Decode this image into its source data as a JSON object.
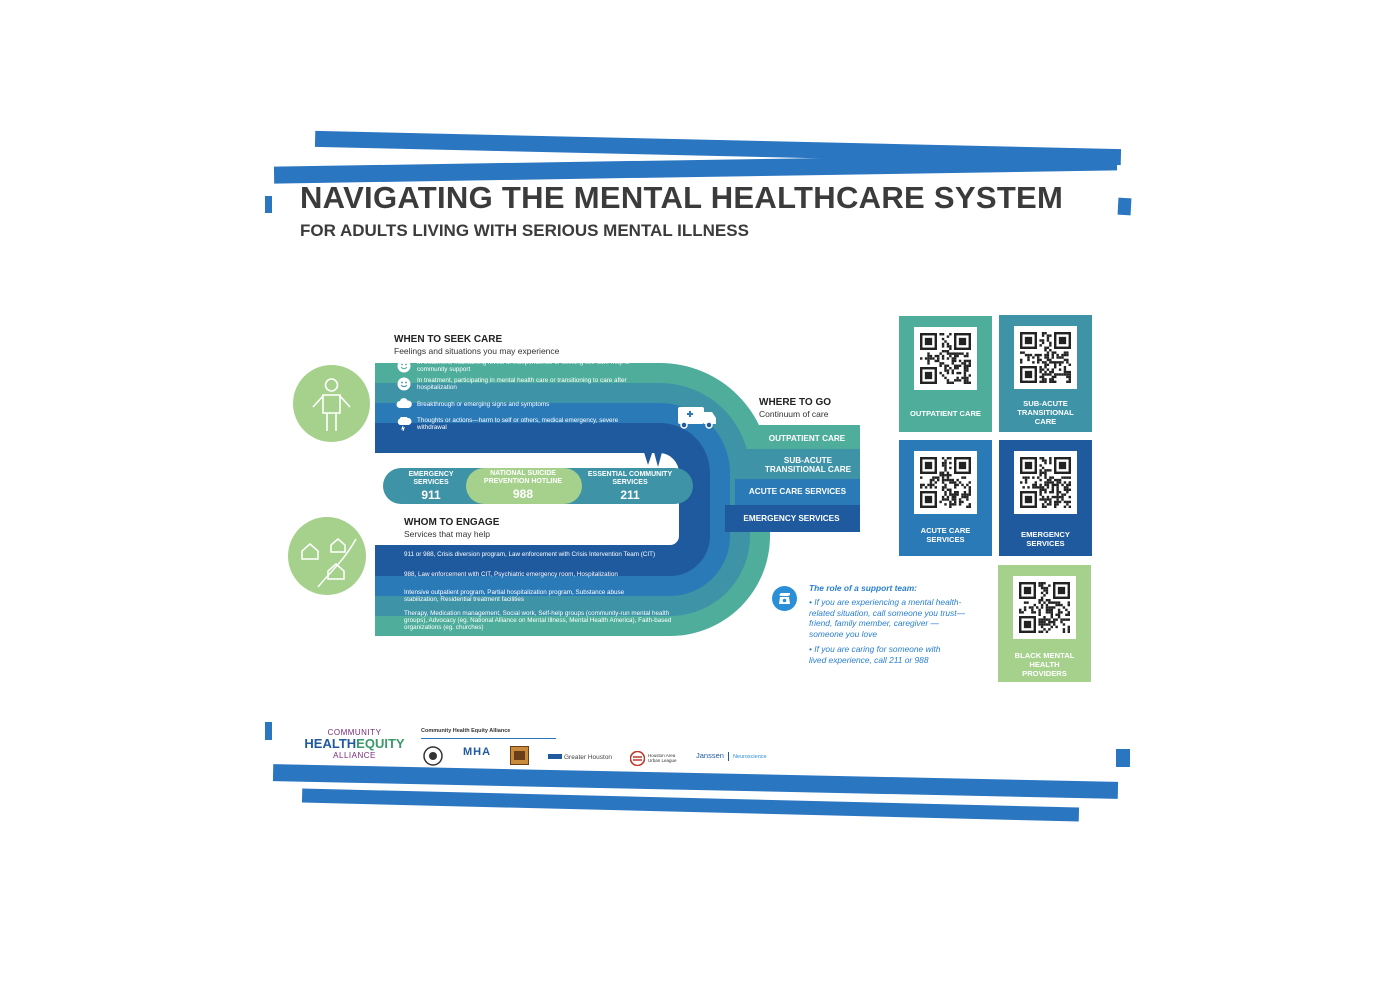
{
  "title": "NAVIGATING THE MENTAL HEALTHCARE SYSTEM",
  "subtitle": "FOR ADULTS LIVING WITH SERIOUS MENTAL ILLNESS",
  "when_to_seek": {
    "title": "WHEN TO SEEK CARE",
    "subtitle": "Feelings and situations you may experience",
    "bands": [
      "In treatment, maintaining levels of independence or seeking self-care help or community support",
      "In treatment, participating in mental health care or transitioning to care after hospitalization",
      "Breakthrough or emerging signs and symptoms",
      "Thoughts or actions—harm to self or others, medical emergency, severe withdrawal"
    ]
  },
  "hotlines": [
    {
      "label": "EMERGENCY SERVICES",
      "number": "911"
    },
    {
      "label": "NATIONAL SUICIDE PREVENTION HOTLINE",
      "number": "988"
    },
    {
      "label": "ESSENTIAL COMMUNITY SERVICES",
      "number": "211"
    }
  ],
  "where_to_go": {
    "title": "WHERE TO GO",
    "subtitle": "Continuum of care",
    "levels": [
      "OUTPATIENT CARE",
      "SUB-ACUTE TRANSITIONAL CARE",
      "ACUTE CARE SERVICES",
      "EMERGENCY SERVICES"
    ]
  },
  "whom_to_engage": {
    "title": "WHOM TO ENGAGE",
    "subtitle": "Services that may help",
    "bands": [
      "911 or 988, Crisis diversion program, Law enforcement with Crisis Intervention Team (CIT)",
      "988, Law enforcement with CIT, Psychiatric emergency room, Hospitalization",
      "Intensive outpatient program, Partial hospitalization program, Substance abuse stabilization, Residential treatment facilities",
      "Therapy, Medication management, Social work, Self-help groups (community-run mental health groups), Advocacy (eg. National Alliance on Mental Illness, Mental Health America), Faith-based organizations (eg. churches)"
    ]
  },
  "qr_tiles": [
    {
      "label": "OUTPATIENT CARE",
      "color": "#4fae9b"
    },
    {
      "label": "SUB-ACUTE TRANSITIONAL CARE",
      "color": "#3e93a6"
    },
    {
      "label": "ACUTE CARE SERVICES",
      "color": "#2b7ab8"
    },
    {
      "label": "EMERGENCY SERVICES",
      "color": "#1f5a9e"
    },
    {
      "label": "BLACK MENTAL HEALTH PROVIDERS",
      "color": "#a6d18d"
    }
  ],
  "support_team": {
    "title": "The role of a support team:",
    "bullets": [
      "If you are experiencing a mental health-related situation, call someone you trust—friend, family member, caregiver —someone you love",
      "If you are caring for someone with lived experience, call 211 or 988"
    ]
  },
  "footer": {
    "logo_top": "COMMUNITY",
    "logo_mid_a": "HEALTH",
    "logo_mid_b": "EQUITY",
    "logo_bottom": "ALLIANCE",
    "partners_label": "Community Health Equity Alliance",
    "partners": [
      "MHA",
      "Greater Houston",
      "Houston Area Urban League",
      "Janssen",
      "Neuroscience"
    ]
  },
  "colors": {
    "stripe": "#2a76c0",
    "band1": "#4fae9b",
    "band2": "#3e93a6",
    "band3": "#2b7ab8",
    "band4": "#1f5a9e",
    "light_green": "#a6d18d"
  }
}
